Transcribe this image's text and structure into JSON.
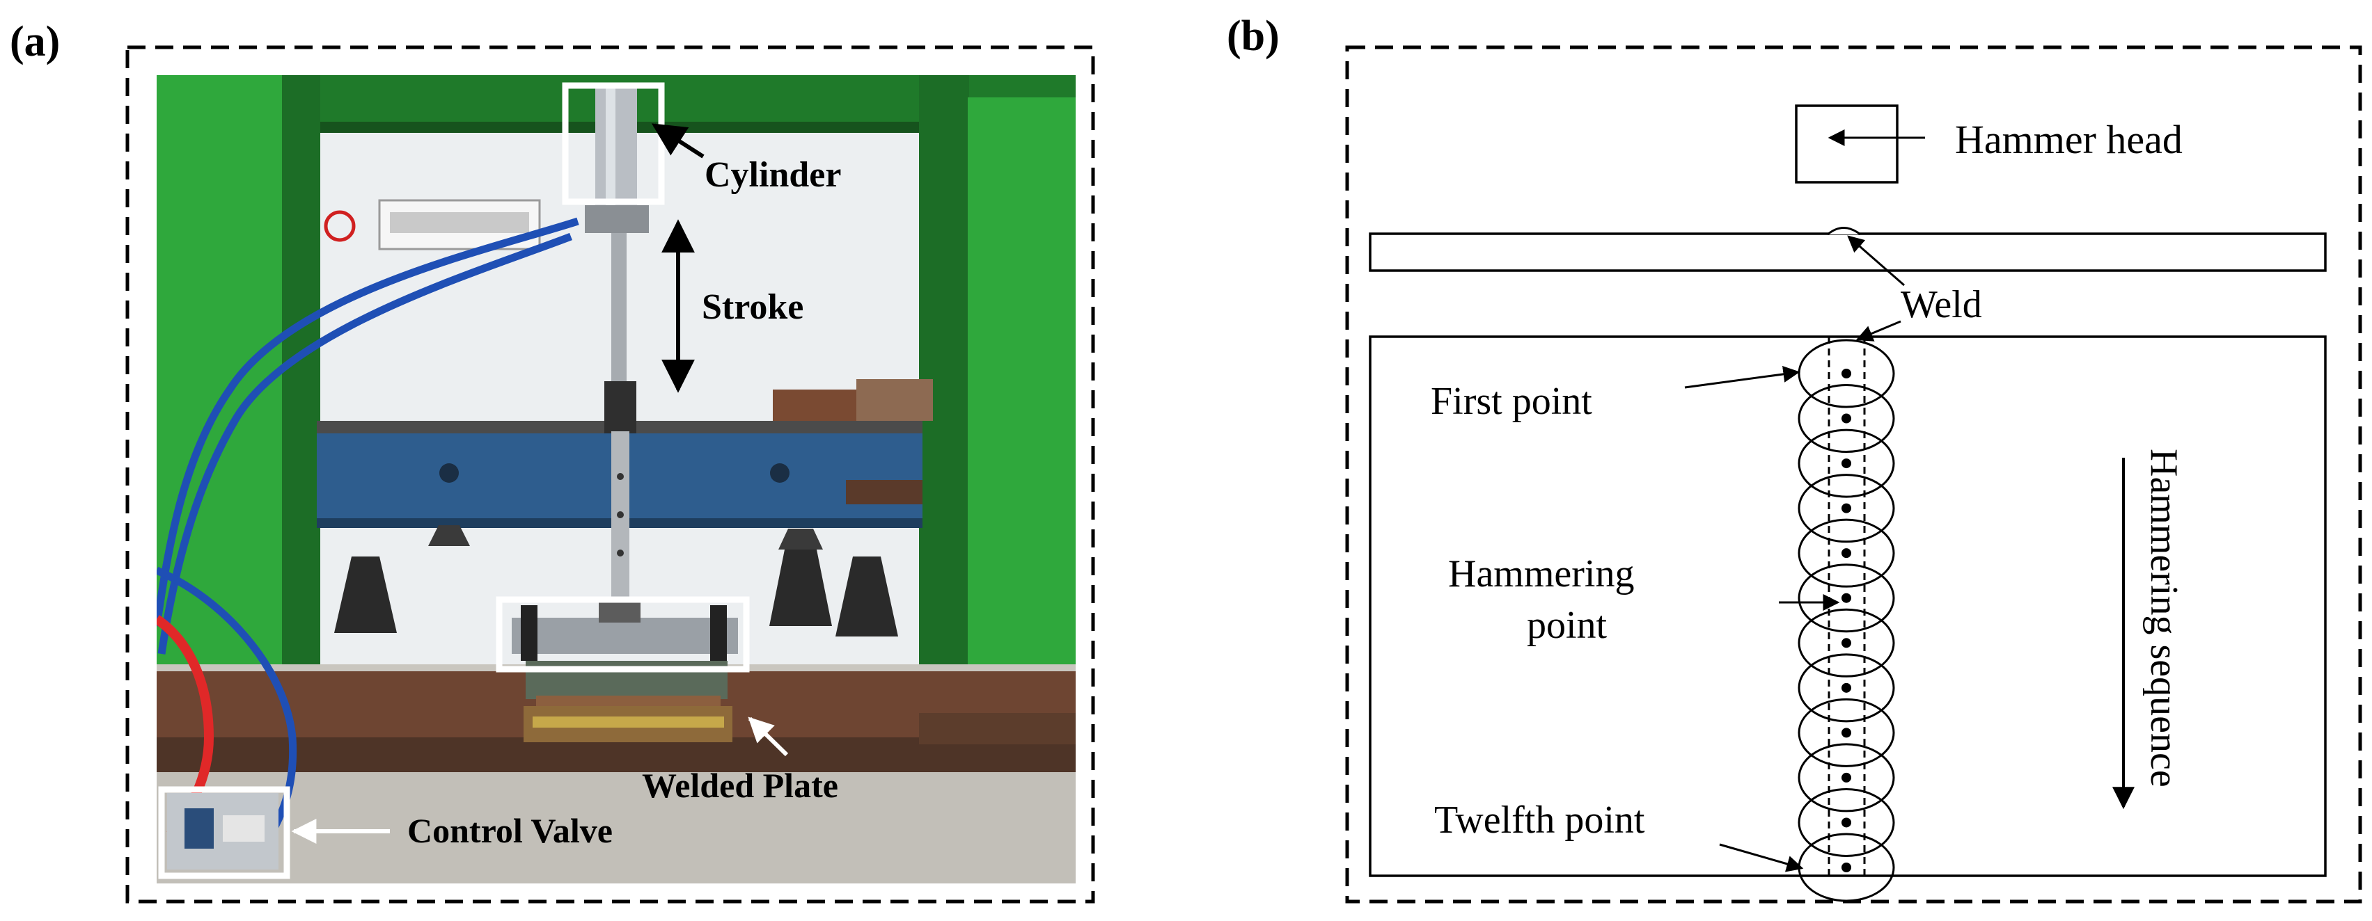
{
  "panel_a": {
    "label": "(a)",
    "annotations": {
      "cylinder": "Cylinder",
      "stroke": "Stroke",
      "welded_plate": "Welded Plate",
      "control_valve": "Control Valve"
    }
  },
  "panel_b": {
    "label": "(b)",
    "annotations": {
      "hammer_head": "Hammer head",
      "weld": "Weld",
      "first_point": "First point",
      "hammering_point_line1": "Hammering",
      "hammering_point_line2": "point",
      "twelfth_point": "Twelfth point",
      "hammering_sequence": "Hammering sequence"
    },
    "hammering_point_count": 12
  },
  "colors": {
    "frame_green": "#2fa83c",
    "frame_dark_green": "#1f7a2a",
    "steel_blue": "#2e5d8e",
    "hose_blue": "#1f4fb5",
    "hose_red": "#e02828",
    "wall": "#eceff1",
    "floor": "#c9c6bf",
    "rust": "#7a4a32"
  }
}
